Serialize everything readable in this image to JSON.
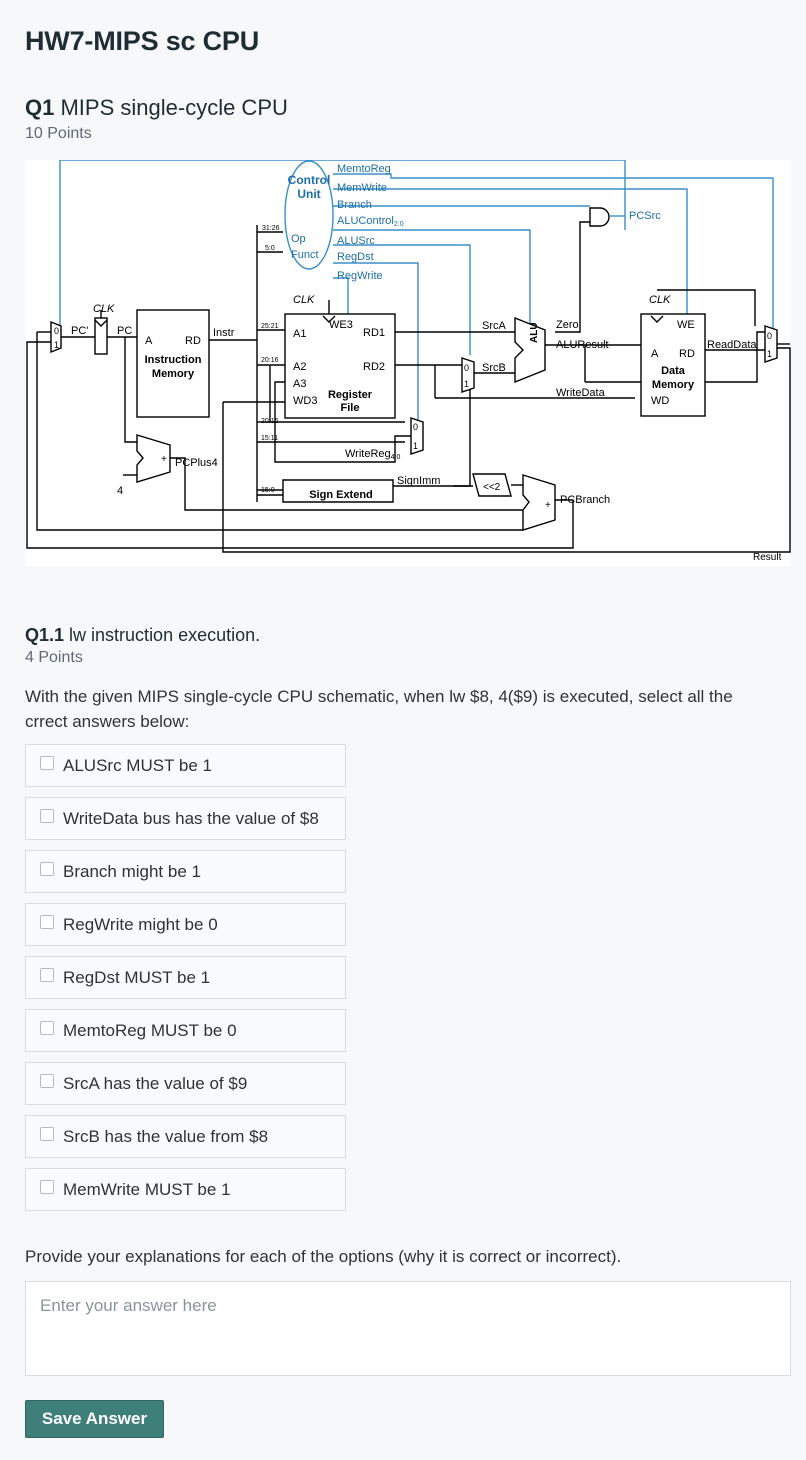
{
  "page": {
    "title": "HW7-MIPS sc CPU"
  },
  "question": {
    "number": "Q1",
    "title": "MIPS single-cycle CPU",
    "points": "10 Points"
  },
  "schematic_labels": {
    "control_unit_1": "Control",
    "control_unit_2": "Unit",
    "op": "Op",
    "funct": "Funct",
    "memtoreg": "MemtoReg",
    "memwrite": "MemWrite",
    "branch": "Branch",
    "alucontrol": "ALUControl",
    "alucontrol_sub": "2:0",
    "alusrc": "ALUSrc",
    "regdst": "RegDst",
    "regwrite": "RegWrite",
    "pcsrc": "PCSrc",
    "clk": "CLK",
    "pc_prime": "PC'",
    "pc": "PC",
    "a": "A",
    "rd": "RD",
    "instruction": "Instruction",
    "memory": "Memory",
    "instr": "Instr",
    "we3": "WE3",
    "a1": "A1",
    "a2": "A2",
    "a3": "A3",
    "wd3": "WD3",
    "rd1": "RD1",
    "rd2": "RD2",
    "register": "Register",
    "file": "File",
    "bits_31_26": "31:26",
    "bits_5_0": "5:0",
    "bits_25_21": "25:21",
    "bits_20_16": "20:16",
    "bits_20_16b": "20:16",
    "bits_15_11": "15:11",
    "bits_15_0": "15:0",
    "srca": "SrcA",
    "srcb": "SrcB",
    "zero": "Zero",
    "aluresult": "ALUResult",
    "alu": "ALU",
    "writedata": "WriteData",
    "we": "WE",
    "data": "Data",
    "wd": "WD",
    "readdata": "ReadData",
    "writereg": "WriteReg",
    "writereg_sub": "4:0",
    "signimm": "SignImm",
    "sign_extend": "Sign Extend",
    "shift2": "<<2",
    "pcplus4": "PCPlus4",
    "four": "4",
    "plus": "+",
    "pcbranch": "PCBranch",
    "result": "Result",
    "zero_in": "0",
    "one_in": "1"
  },
  "subquestion": {
    "number": "Q1.1",
    "title": "lw instruction execution.",
    "points": "4 Points",
    "prompt": "With the given MIPS single-cycle CPU schematic, when lw $8, 4($9) is executed, select all the crrect answers below:",
    "options": [
      "ALUSrc MUST be 1",
      "WriteData bus has the value of $8",
      "Branch might be 1",
      "RegWrite might be 0",
      "RegDst MUST be 1",
      "MemtoReg MUST be 0",
      "SrcA has the value of $9",
      "SrcB has the value from $8",
      "MemWrite MUST be 1"
    ]
  },
  "explanation": {
    "prompt": "Provide your explanations for each of the options (why it is correct or incorrect).",
    "placeholder": "Enter your answer here"
  },
  "save_label": "Save Answer",
  "colors": {
    "save_button": "#3e7f7a",
    "control_wire": "#3a8fc7"
  }
}
